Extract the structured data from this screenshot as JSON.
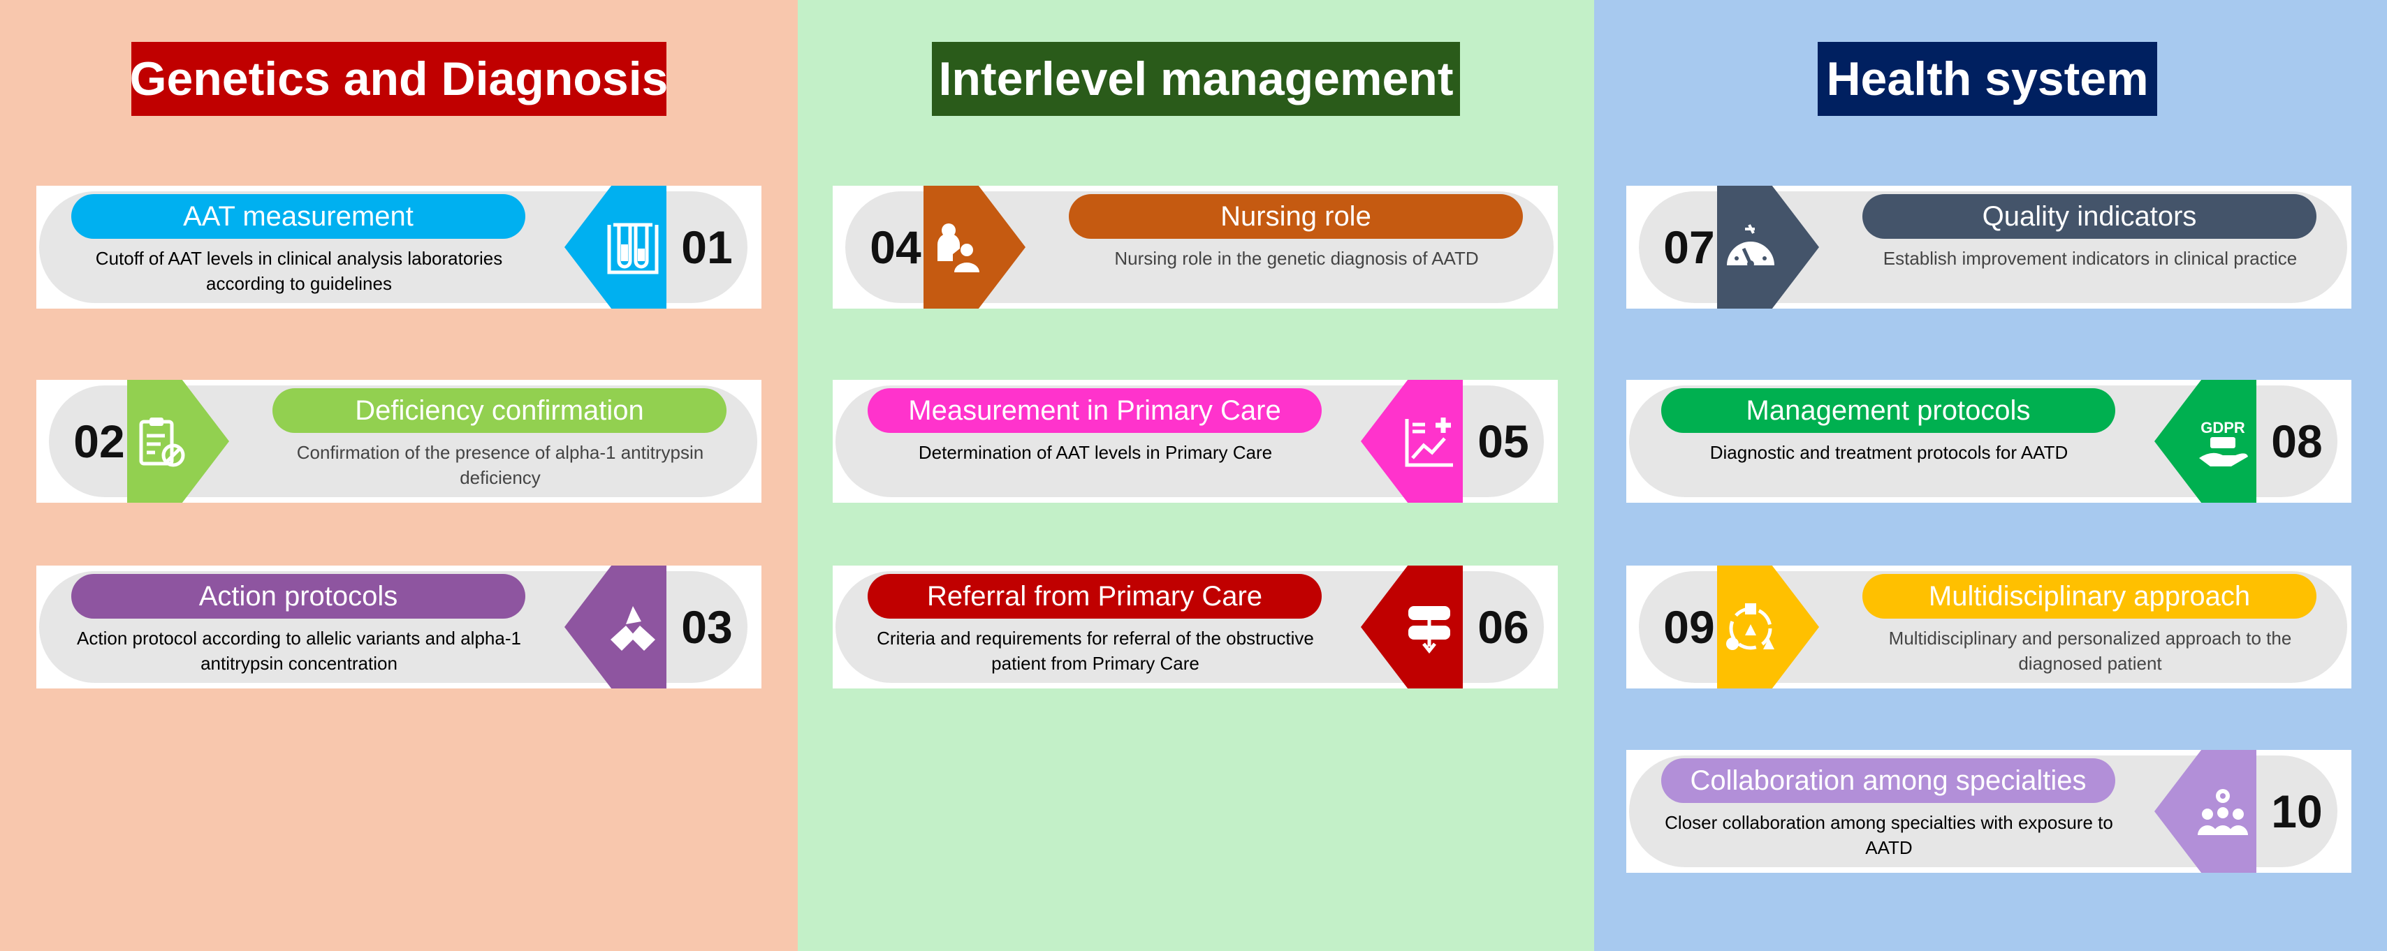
{
  "columns": [
    {
      "title": "Genetics and Diagnosis",
      "bg": "#f8c7ad",
      "title_bg": "#c00000",
      "cards": [
        {
          "num": "01",
          "label": "AAT measurement",
          "desc": "Cutoff of AAT levels in clinical analysis laboratories according to guidelines",
          "color": "#00b0f0",
          "icon": "test-tubes-icon"
        },
        {
          "num": "02",
          "label": "Deficiency confirmation",
          "desc": "Confirmation of the presence of alpha-1 antitrypsin deficiency",
          "color": "#92d050",
          "icon": "clipboard-icon"
        },
        {
          "num": "03",
          "label": "Action protocols",
          "desc": "Action protocol according to allelic variants and alpha-1 antitrypsin concentration",
          "color": "#8e55a0",
          "icon": "teamwork-hands-icon"
        }
      ]
    },
    {
      "title": "Interlevel management",
      "bg": "#c3f0c8",
      "title_bg": "#2a5b1a",
      "cards": [
        {
          "num": "04",
          "label": "Nursing role",
          "desc": "Nursing role in the genetic diagnosis of AATD",
          "color": "#c55a11",
          "icon": "nurse-patient-icon"
        },
        {
          "num": "05",
          "label": "Measurement in Primary Care",
          "desc": "Determination of AAT levels in Primary Care",
          "color": "#ff33cc",
          "icon": "medical-chart-icon"
        },
        {
          "num": "06",
          "label": "Referral from Primary Care",
          "desc": "Criteria and requirements for referral of the obstructive patient from Primary Care",
          "color": "#c00000",
          "icon": "referral-arrow-icon"
        }
      ]
    },
    {
      "title": "Health system",
      "bg": "#a7c9ef",
      "title_bg": "#002060",
      "cards": [
        {
          "num": "07",
          "label": "Quality indicators",
          "desc": "Establish improvement indicators in clinical practice",
          "color": "#44546a",
          "icon": "gauge-icon"
        },
        {
          "num": "08",
          "label": "Management protocols",
          "desc": "Diagnostic and treatment protocols for AATD",
          "color": "#00b050",
          "icon": "gdpr-hand-icon",
          "icon_text": "GDPR"
        },
        {
          "num": "09",
          "label": "Multidisciplinary approach",
          "desc": "Multidisciplinary and personalized approach to the diagnosed patient",
          "color": "#ffc000",
          "icon": "multidisciplinary-icon"
        },
        {
          "num": "10",
          "label": "Collaboration among specialties",
          "desc": "Closer collaboration among specialties with exposure to AATD",
          "color": "#b28fd8",
          "icon": "collaboration-team-icon"
        }
      ]
    }
  ]
}
